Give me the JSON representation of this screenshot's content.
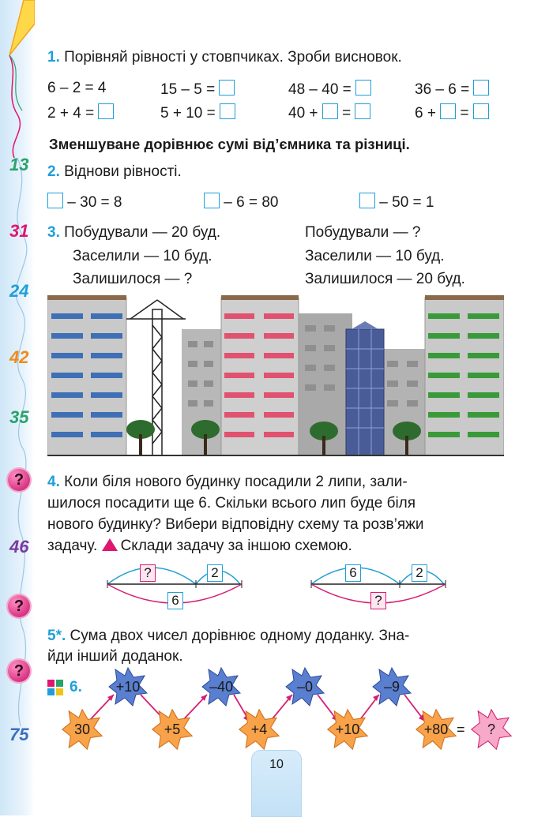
{
  "sidebar": {
    "numbers": [
      {
        "text": "13",
        "color": "#2aa36b"
      },
      {
        "text": "31",
        "color": "#e0156f"
      },
      {
        "text": "24",
        "color": "#1f9fd8"
      },
      {
        "text": "42",
        "color": "#f08a1c"
      },
      {
        "text": "35",
        "color": "#2aa36b"
      },
      {
        "text": "46",
        "color": "#7a3aa0"
      },
      {
        "text": "75",
        "color": "#3b6fc4"
      }
    ],
    "qmark": "?"
  },
  "task1": {
    "num": "1.",
    "text": "Порівняй рівності у стовпчиках. Зроби висновок.",
    "row1": [
      "6 – 2 = 4",
      "15 – 5 =",
      "48 – 40 =",
      "36 – 6 ="
    ],
    "row2": [
      "2 + 4 =",
      "5 + 10 =",
      "40 +",
      "6 +"
    ],
    "eq": "=",
    "conclusion": "Зменшуване дорівнює сумі від’ємника та різниці."
  },
  "task2": {
    "num": "2.",
    "text": "Віднови рівності.",
    "items": [
      "– 30 = 8",
      "– 6 = 80",
      "– 50 = 1"
    ]
  },
  "task3": {
    "num": "3.",
    "left": [
      "Побудували — 20 буд.",
      "Заселили — 10 буд.",
      "Залишилося — ?"
    ],
    "right": [
      "Побудували — ?",
      "Заселили — 10 буд.",
      "Залишилося — 20 буд."
    ]
  },
  "task4": {
    "num": "4.",
    "lines": [
      "Коли біля нового будинку посадили 2 липи, зали-",
      "шилося посадити ще 6. Скільки всього лип буде біля",
      "нового будинку? Вибери відповідну схему та розв’яжи",
      "задачу."
    ],
    "extra": "Склади задачу за іншою схемою.",
    "scheme1": {
      "top_left": "?",
      "top_right": "2",
      "bottom": "6"
    },
    "scheme2": {
      "top_left": "6",
      "top_right": "2",
      "bottom": "?"
    }
  },
  "task5": {
    "num": "5*.",
    "lines": [
      "Сума двох чисел дорівнює одному доданку. Зна-",
      "йди інший доданок."
    ]
  },
  "task6": {
    "num": "6.",
    "top": [
      "+10",
      "–40",
      "–0",
      "–9"
    ],
    "bottom": [
      "30",
      "+5",
      "+4",
      "+10",
      "+80"
    ],
    "eq": "=",
    "result": "?"
  },
  "page": {
    "number": "10"
  }
}
